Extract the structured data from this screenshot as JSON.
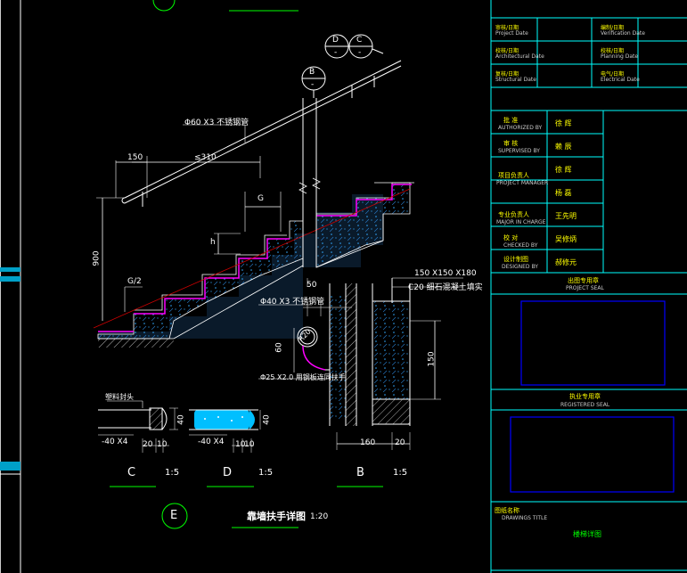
{
  "drawing": {
    "handrail_spec": "Φ60 X3 不锈钢管",
    "dim_150_top": "150",
    "dim_le_310": "≤310",
    "dim_G": "G",
    "dim_h": "h",
    "dim_900": "900",
    "dim_G2": "G/2",
    "dim_50": "50",
    "bracket_spec": "Φ40 X3 不锈钢管",
    "dim_60": "60",
    "dim_r": "R20",
    "post_spec": "Φ25 X2.0 用钢板连同扶手",
    "block_spec": "150 X150 X180",
    "block_spec2": "C20 细石混凝土填实",
    "dim_150_side": "150",
    "dim_160": "160",
    "dim_20_b": "20",
    "callout_D": "D",
    "callout_C": "C",
    "callout_B": "B",
    "callout_dash": "-",
    "detail_C_note": "塑料封头",
    "dim_40x4_c": "-40 X4",
    "dim_20_c": "20",
    "dim_10_c": "10",
    "dim_40_c": "40",
    "dim_40x4_d": "-40 X4",
    "dim_10_d1": "10",
    "dim_10_d2": "10",
    "dim_40_d": "40",
    "label_C": "C",
    "scale_C": "1:5",
    "label_D": "D",
    "scale_D": "1:5",
    "label_B": "B",
    "scale_B": "1:5",
    "label_E": "E",
    "main_title": "靠墙扶手详图",
    "main_scale": "1:20"
  },
  "titleblock": {
    "rows1": [
      {
        "cn": "审核/日期",
        "en": "Project Date",
        "cn2": "编制/日期",
        "en2": "Verification Date"
      },
      {
        "cn": "校核/日期",
        "en": "Architectural Date",
        "cn2": "校核/日期",
        "en2": "Planning Date"
      },
      {
        "cn": "复核/日期",
        "en": "Structural Date",
        "cn2": "电气/日期",
        "en2": "Electrical Date"
      }
    ],
    "rows2": [
      {
        "cn": "批  准",
        "en": "AUTHORIZED BY",
        "val": "徐  辉"
      },
      {
        "cn": "审  核",
        "en": "SUPERVISED BY",
        "val": "赖  辰"
      },
      {
        "cn": "项目负责人",
        "en": "PROJECT MANAGER",
        "val": "徐  辉"
      },
      {
        "cn": "",
        "en": "",
        "val": "杨  磊"
      },
      {
        "cn": "专业负责人",
        "en": "MAJOR IN CHARGE",
        "val": "王先明"
      },
      {
        "cn": "校  对",
        "en": "CHECKED BY",
        "val": "吴修炳"
      },
      {
        "cn": "设计制图",
        "en": "DESIGNED BY",
        "val": "郝修元"
      }
    ],
    "seal1_cn": "出图专用章",
    "seal1_en": "PROJECT SEAL",
    "seal2_cn": "执业专用章",
    "seal2_en": "REGISTERED SEAL",
    "drawing_title_cn": "图纸名称",
    "drawing_title_en": "DRAWINGS TITLE",
    "drawing_title_val": "楼梯详图"
  }
}
